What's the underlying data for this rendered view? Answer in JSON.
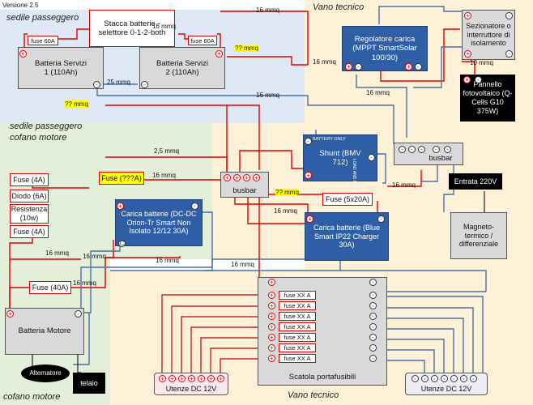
{
  "version": "Versione 2.5",
  "zones": {
    "sedile_top": "sedile passeggero",
    "sedile_mid": "sedile passeggero",
    "cofano_mid": "cofano motore",
    "cofano_bottom": "cofano motore",
    "vano_top": "Vano tecnico",
    "vano_bottom": "Vano tecnico"
  },
  "components": {
    "stacca": "Stacca batterie - selettore 0-1-2-both",
    "fuse60_1": "fuse 60A",
    "fuse60_2": "fuse 60A",
    "batt1": "Batteria Servizi 1 (110Ah)",
    "batt2": "Batteria Servizi 2 (110Ah)",
    "regolatore": "Regolatore carica (MPPT SmartSolar 100/30)",
    "sezionatore": "Sezionatore o interruttore di isolamento",
    "pannello": "Pannello fotovoltaico (Q-Cells G10 375W)",
    "shunt_tag": "BATTERY ONLY",
    "shunt_side": "LOAD AND CHARGER",
    "shunt": "Shunt (BMV 712)",
    "busbar1": "busbar",
    "busbar2": "busbar",
    "fuse4a_1": "Fuse (4A)",
    "diodo": "Diodo (6A)",
    "resistenza": "Resistenza (10w)",
    "fuse4a_2": "Fuse (4A)",
    "fuse_q": "Fuse (???A)",
    "orion": "Carica batterie (DC-DC Orion-Tr Smart Non Isolato 12/12 30A)",
    "fuse5x20": "Fuse (5x20A)",
    "bluesmart": "Carica batterie (Blue Smart IP22 Charger 30A)",
    "entrata": "Entrata 220V",
    "magneto": "Magneto-termico / differenziale",
    "fuse40": "Fuse (40A)",
    "batt_motore": "Batteria Motore",
    "alternatore": "Alternatore",
    "telaio": "telaio",
    "scatola": "Scatola portafusibili",
    "utenze_pos": "Utenze DC 12V",
    "utenze_neg": "Utenze DC 12V"
  },
  "fuses": [
    "fuse XX A",
    "fuse XX A",
    "fuse XX A",
    "fuse XX A",
    "fuse XX A",
    "fuse XX A",
    "fuse XX A"
  ],
  "wires": {
    "w16_top": "16 mmq",
    "w16_stacca": "16 mmq",
    "w25_batt": "25 mmq",
    "w16_reg": "16 mmq",
    "w10_sez": "10 mmq",
    "wq1": "?? mmq",
    "wq2": "?? mmq",
    "wq3": "?? mmq",
    "w16_mid": "16 mmq",
    "w16_shunt": "16 mmq",
    "w25_busbar": "2,5 mmq",
    "w16_fuseq": "16 mmq",
    "w16_blue": "16 mmq",
    "w16_busbar2": "16 mmq",
    "w16_orion": "16 mmq",
    "w16_left": "16 mmq",
    "w16_orion2": "16 mmq",
    "w16_motor": "16 mmq",
    "w16_scatola": "16 mmq"
  }
}
